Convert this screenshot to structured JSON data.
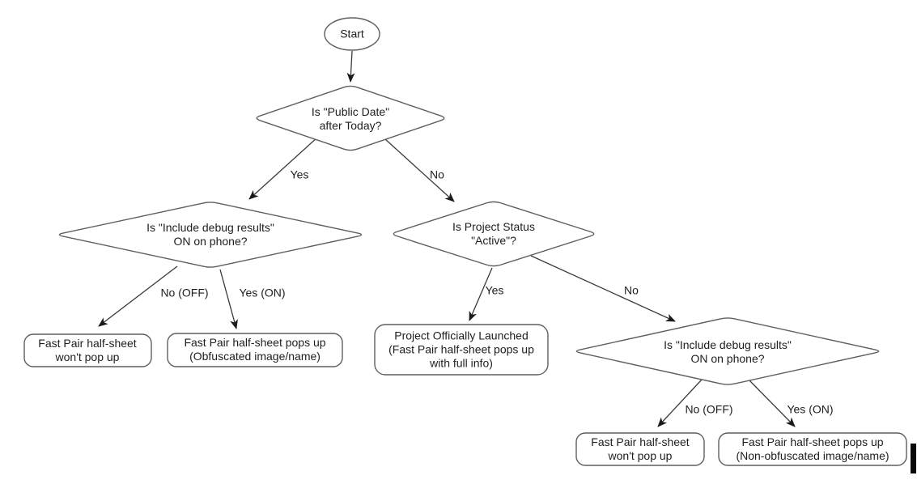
{
  "colors": {
    "shape_stroke": "#5f5f5f",
    "line_stroke": "#3a3a3a",
    "text": "#1e1e1e",
    "background": "#ffffff",
    "cursor_bar": "#0a0a0a"
  },
  "nodes": {
    "start": {
      "label": "Start"
    },
    "public_date": {
      "lines": [
        "Is \"Public Date\"",
        "after Today?"
      ]
    },
    "debug_left": {
      "lines": [
        "Is \"Include debug results\"",
        "ON on phone?"
      ]
    },
    "project_status": {
      "lines": [
        "Is Project Status",
        "\"Active\"?"
      ]
    },
    "debug_right": {
      "lines": [
        "Is \"Include debug results\"",
        "ON on phone?"
      ]
    },
    "no_popup_left": {
      "lines": [
        "Fast Pair half-sheet",
        "won't pop up"
      ]
    },
    "obfuscated_popup": {
      "lines": [
        "Fast Pair half-sheet pops up",
        "(Obfuscated image/name)"
      ]
    },
    "project_launched": {
      "lines": [
        "Project Officially Launched",
        "(Fast Pair half-sheet pops up",
        "with full info)"
      ]
    },
    "no_popup_right": {
      "lines": [
        "Fast Pair half-sheet",
        "won't pop up"
      ]
    },
    "non_obfuscated_popup": {
      "lines": [
        "Fast Pair half-sheet pops up",
        "(Non-obfuscated image/name)"
      ]
    }
  },
  "edges": {
    "public_date_yes": "Yes",
    "public_date_no": "No",
    "debug_left_no": "No (OFF)",
    "debug_left_yes": "Yes (ON)",
    "project_status_yes": "Yes",
    "project_status_no": "No",
    "debug_right_no": "No (OFF)",
    "debug_right_yes": "Yes (ON)"
  }
}
